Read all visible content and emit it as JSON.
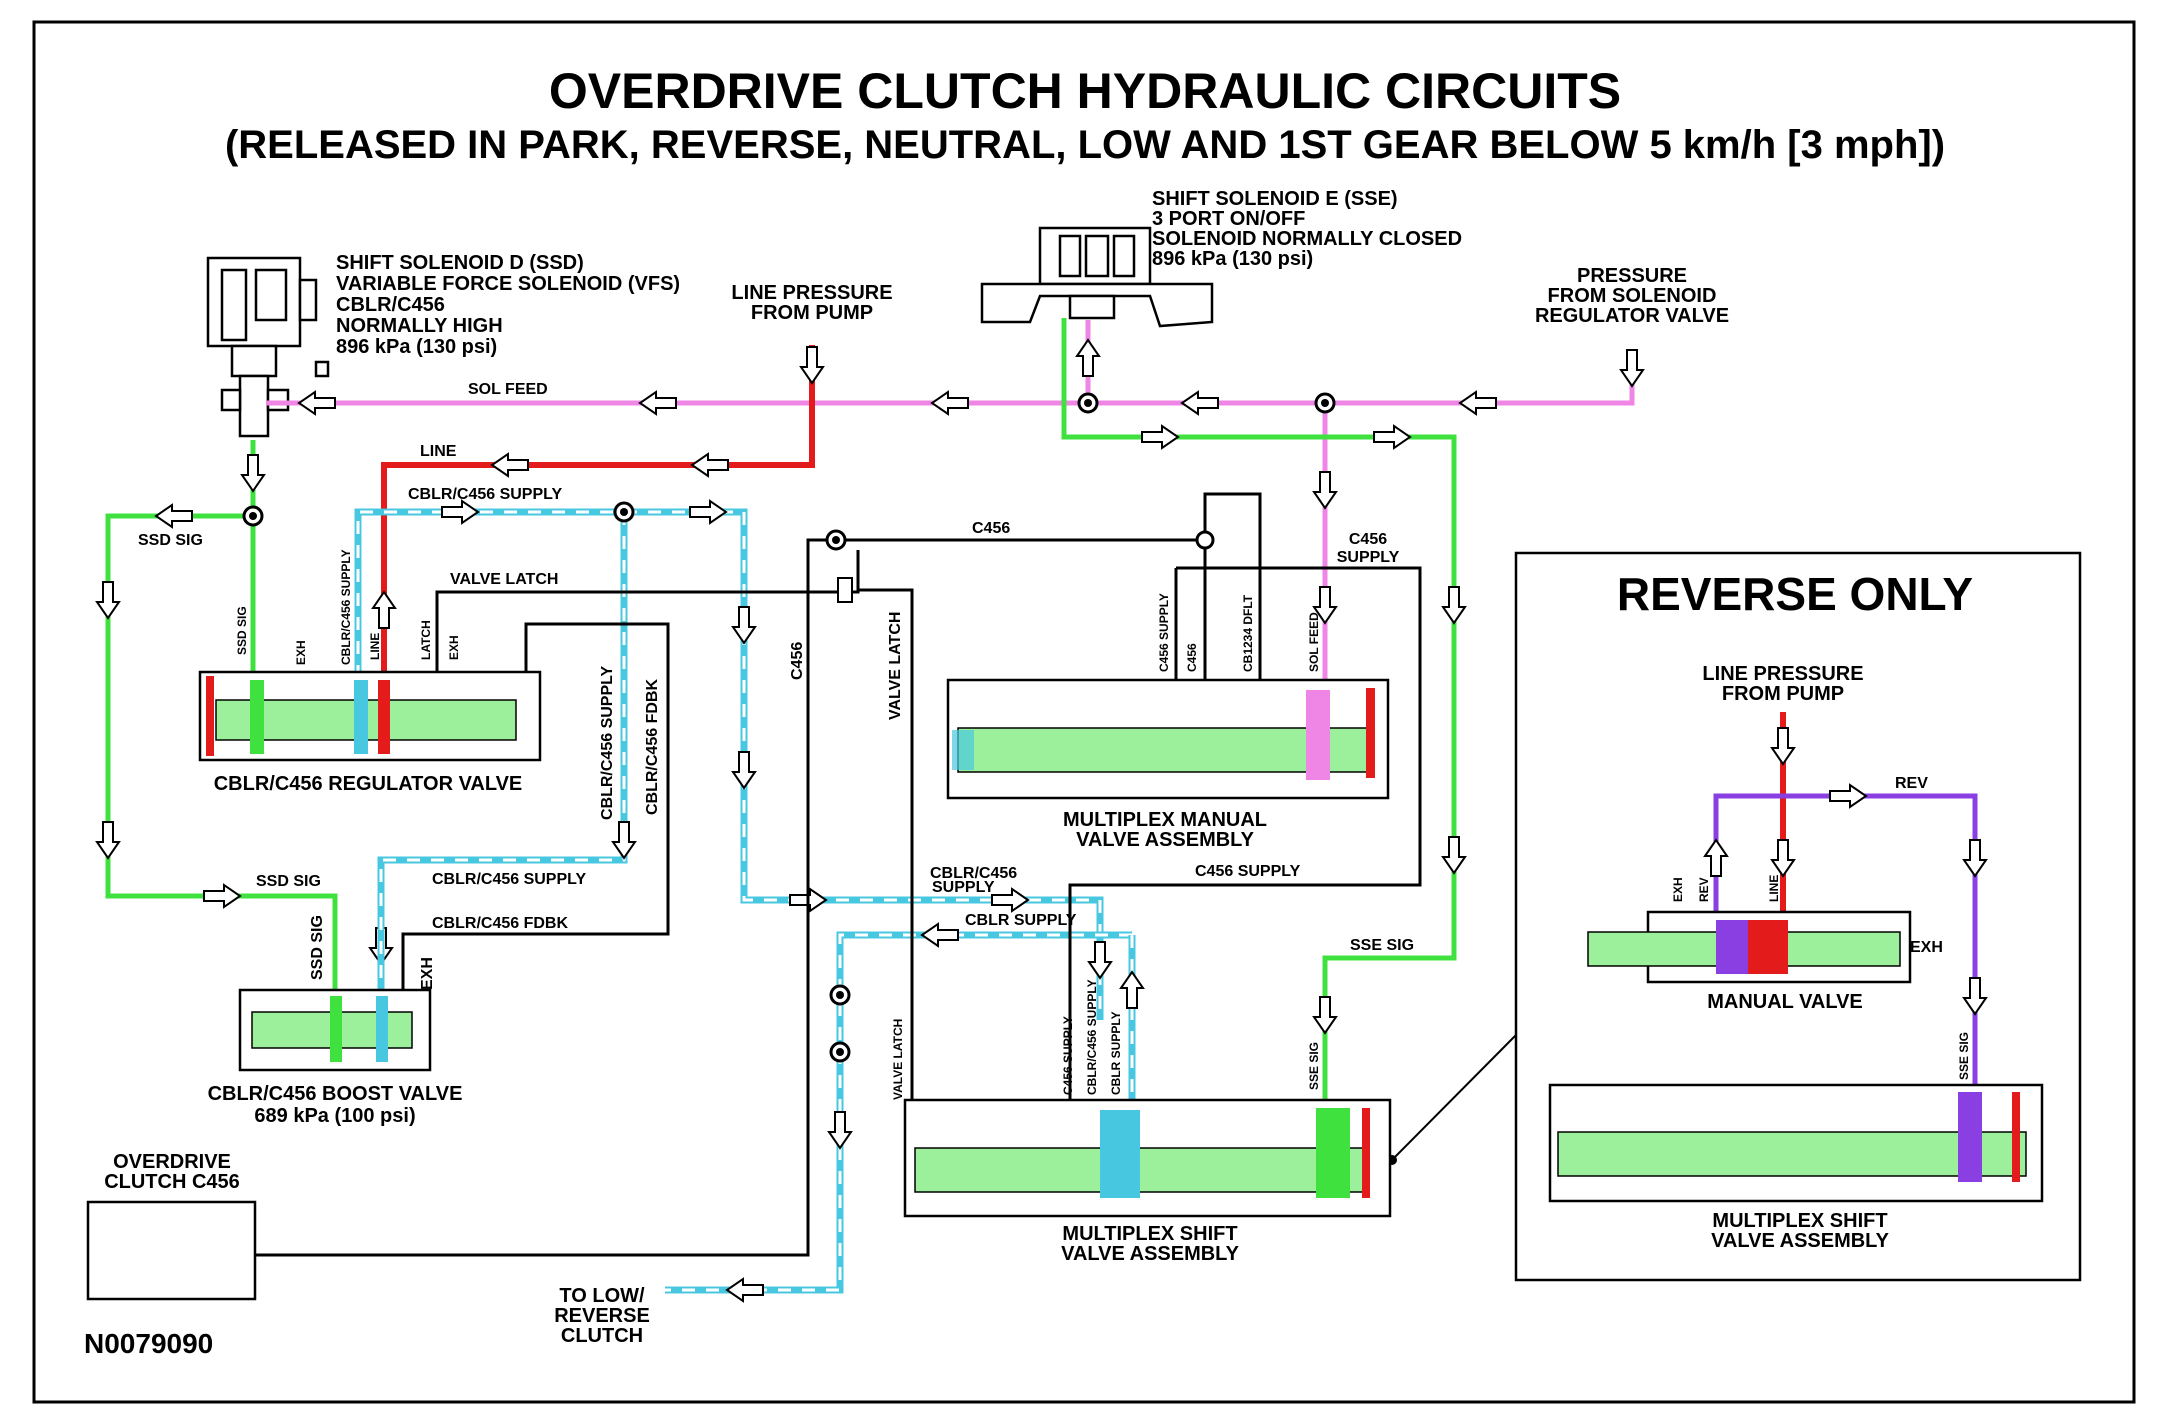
{
  "title": "OVERDRIVE CLUTCH HYDRAULIC CIRCUITS",
  "subtitle": "(RELEASED IN PARK, REVERSE, NEUTRAL, LOW AND 1ST GEAR BELOW 5 km/h [3 mph])",
  "figure_id": "N0079090",
  "colors": {
    "line": "#e31b1b",
    "sol_feed": "#ef86e6",
    "signal": "#3fe13f",
    "supply": "#48c8e0",
    "reverse": "#8a3fe3",
    "spool": "#9cf09c"
  },
  "solenoid_d": {
    "line1": "SHIFT SOLENOID D (SSD)",
    "line2": "VARIABLE FORCE SOLENOID (VFS)",
    "line3": "CBLR/C456",
    "line4": "NORMALLY HIGH",
    "line5": "896 kPa (130 psi)"
  },
  "solenoid_e": {
    "line1": "SHIFT SOLENOID E (SSE)",
    "line2": "3 PORT ON/OFF",
    "line3": "SOLENOID NORMALLY CLOSED",
    "line4": "896 kPa (130 psi)"
  },
  "line_pressure_pump": {
    "line1": "LINE PRESSURE",
    "line2": "FROM PUMP"
  },
  "pressure_solenoid_reg": {
    "line1": "PRESSURE",
    "line2": "FROM SOLENOID",
    "line3": "REGULATOR VALVE"
  },
  "circuits": {
    "sol_feed": "SOL FEED",
    "line": "LINE",
    "cblr_c456_supply": "CBLR/C456  SUPPLY",
    "ssd_sig": "SSD SIG",
    "valve_latch": "VALVE LATCH",
    "c456": "C456",
    "c456_supply": "C456",
    "c456_supply_2": "SUPPLY",
    "c456_supply_h": "C456 SUPPLY",
    "ssd_sig_2": "SSD SIG",
    "cblr_c456_supply_2": "CBLR/C456 SUPPLY",
    "cblr_c456_fdbk": "CBLR/C456 FDBK",
    "cblr_c456_supply_3a": "CBLR/C456",
    "cblr_c456_supply_3b": "SUPPLY",
    "cblr_supply": "CBLR SUPPLY",
    "sse_sig": "SSE SIG",
    "rev": "REV"
  },
  "vertical_labels": {
    "ssd_sig": "SSD SIG",
    "exh": "EXH",
    "cblr_c456_supply": "CBLR/C456 SUPPLY",
    "line": "LINE",
    "latch": "LATCH",
    "exh2": "EXH",
    "cblr_c456_supply_long": "CBLR/C456 SUPPLY",
    "cblr_c456_fdbk": "CBLR/C456 FDBK",
    "c456": "C456",
    "valve_latch": "VALVE LATCH",
    "mm_c456_supply": "C456 SUPPLY",
    "mm_c456": "C456",
    "mm_cb1234": "CB1234 DFLT",
    "mm_sol_feed": "SOL FEED",
    "boost_ssd_sig": "SSD SIG",
    "boost_exh": "EXH",
    "ms_valve_latch": "VALVE LATCH",
    "ms_c456_supply": "C456 SUPPLY",
    "ms_cblr_c456_supply": "CBLR/C456 SUPPLY",
    "ms_cblr_supply": "CBLR SUPPLY",
    "ms_sse_sig": "SSE SIG",
    "rev_exh": "EXH",
    "rev_rev": "REV",
    "rev_line": "LINE",
    "rev_sse_sig": "SSE SIG"
  },
  "valves": {
    "regulator": "CBLR/C456 REGULATOR VALVE",
    "boost_1": "CBLR/C456 BOOST VALVE",
    "boost_2": "689 kPa (100 psi)",
    "manual_1": "MULTIPLEX MANUAL",
    "manual_2": "VALVE ASSEMBLY",
    "shift_1": "MULTIPLEX SHIFT",
    "shift_2": "VALVE ASSEMBLY"
  },
  "clutch": {
    "line1": "OVERDRIVE",
    "line2": "CLUTCH C456"
  },
  "to_low_reverse": {
    "line1": "TO LOW/",
    "line2": "REVERSE",
    "line3": "CLUTCH"
  },
  "reverse_only": {
    "title": "REVERSE ONLY",
    "lp1": "LINE PRESSURE",
    "lp2": "FROM PUMP",
    "exh": "EXH",
    "manual_valve": "MANUAL VALVE",
    "ms1": "MULTIPLEX SHIFT",
    "ms2": "VALVE ASSEMBLY"
  }
}
